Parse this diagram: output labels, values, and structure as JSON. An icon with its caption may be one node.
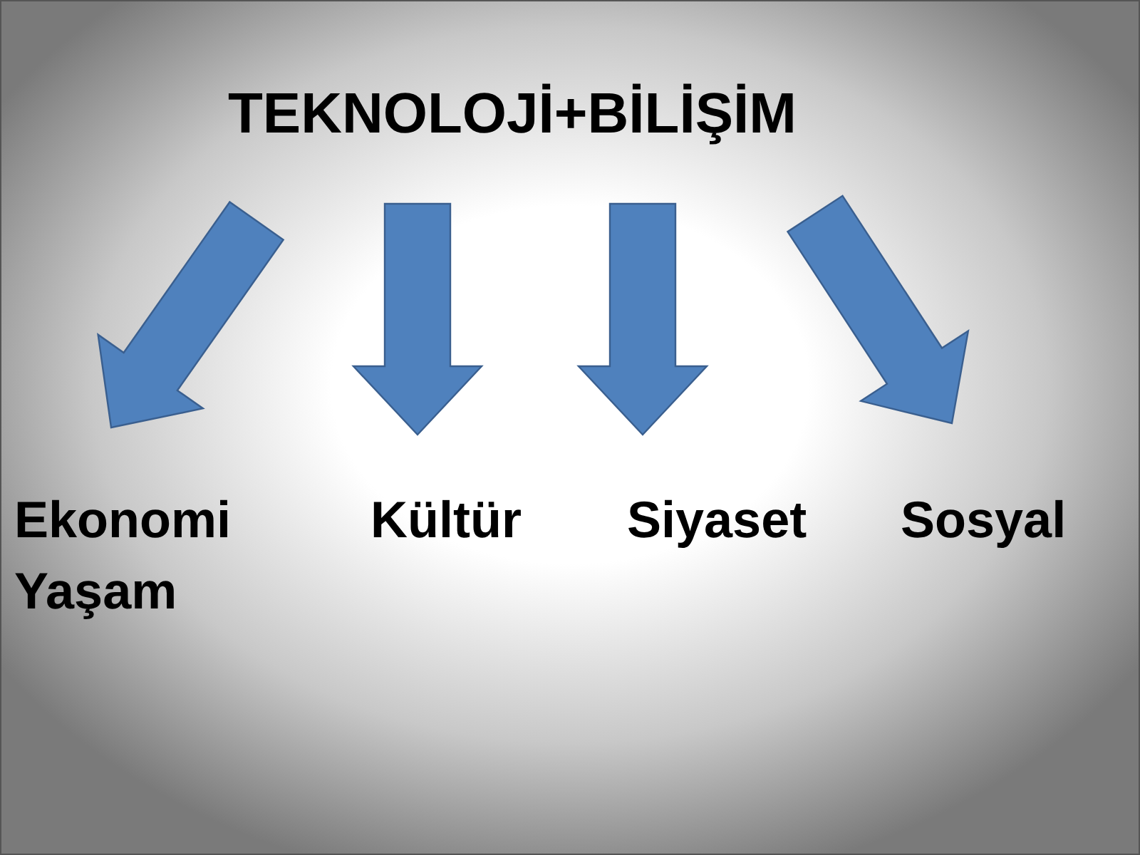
{
  "diagram": {
    "nodes": [
      {
        "text": [
          "TEKNOLOJİ+BİLİŞİM"
        ]
      },
      {
        "text": [
          "Ekonomi"
        ]
      },
      {
        "text": [
          "Kültür"
        ]
      },
      {
        "text": [
          "Siyaset"
        ]
      },
      {
        "text": [
          "Sosyal"
        ]
      }
    ],
    "edges": [
      {
        "from": 0,
        "to": 1,
        "arrow": "to",
        "style": "thick"
      },
      {
        "from": 0,
        "to": 2,
        "arrow": "to",
        "style": "thick"
      },
      {
        "from": 0,
        "to": 3,
        "arrow": "to",
        "style": "thick"
      },
      {
        "from": 0,
        "to": 4,
        "arrow": "to",
        "style": "thick"
      }
    ],
    "labels": [
      "Yaşam"
    ]
  }
}
